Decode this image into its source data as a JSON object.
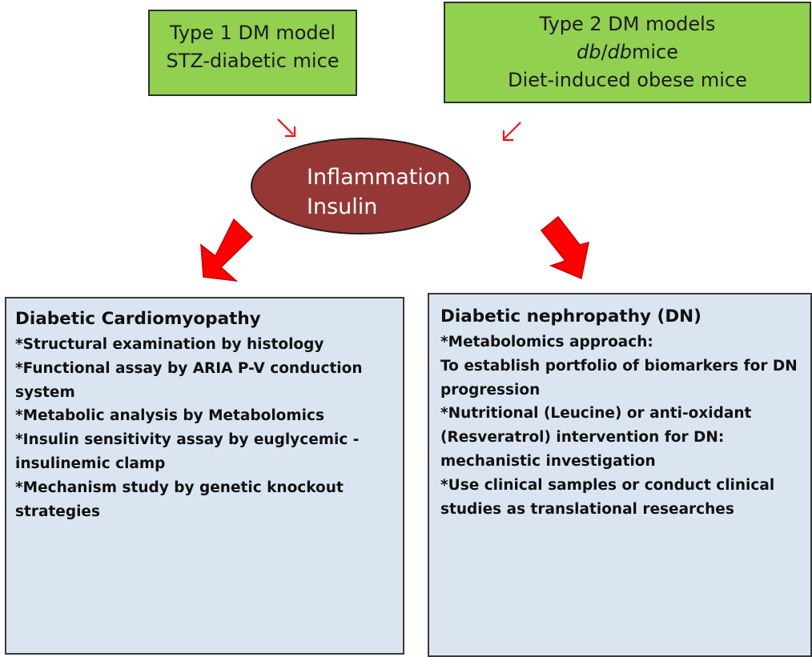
{
  "type1_box": {
    "lines": [
      "Type 1 DM model",
      "STZ-diabetic mice"
    ]
  },
  "type2_box": {
    "line1": "Type 2 DM models",
    "line2_italic_a": "db",
    "line2_sep": "/",
    "line2_italic_b": "db",
    "line2_rest": "mice",
    "line3": "Diet-induced obese mice"
  },
  "center_node": {
    "lines": [
      "Inflammation",
      "Insulin"
    ]
  },
  "cardio_box": {
    "title": "Diabetic Cardiomyopathy",
    "lines": [
      "*Structural examination by histology",
      "*Functional  assay by ARIA P-V conduction system",
      "*Metabolic analysis by Metabolomics",
      "*Insulin sensitivity assay by euglycemic - insulinemic clamp",
      "*Mechanism study by genetic knockout strategies"
    ]
  },
  "nephro_box": {
    "title": "Diabetic nephropathy (DN)",
    "lines": [
      "*Metabolomics approach:",
      "To establish portfolio of biomarkers for DN progression",
      "*Nutritional (Leucine) or anti-oxidant (Resveratrol) intervention for DN: mechanistic investigation",
      "*Use clinical samples or conduct clinical studies as translational researches"
    ]
  },
  "colors": {
    "green_box": "#92d050",
    "ellipse": "#953735",
    "blue_box": "#dbe5f1",
    "arrow_red": "#ff0000"
  }
}
